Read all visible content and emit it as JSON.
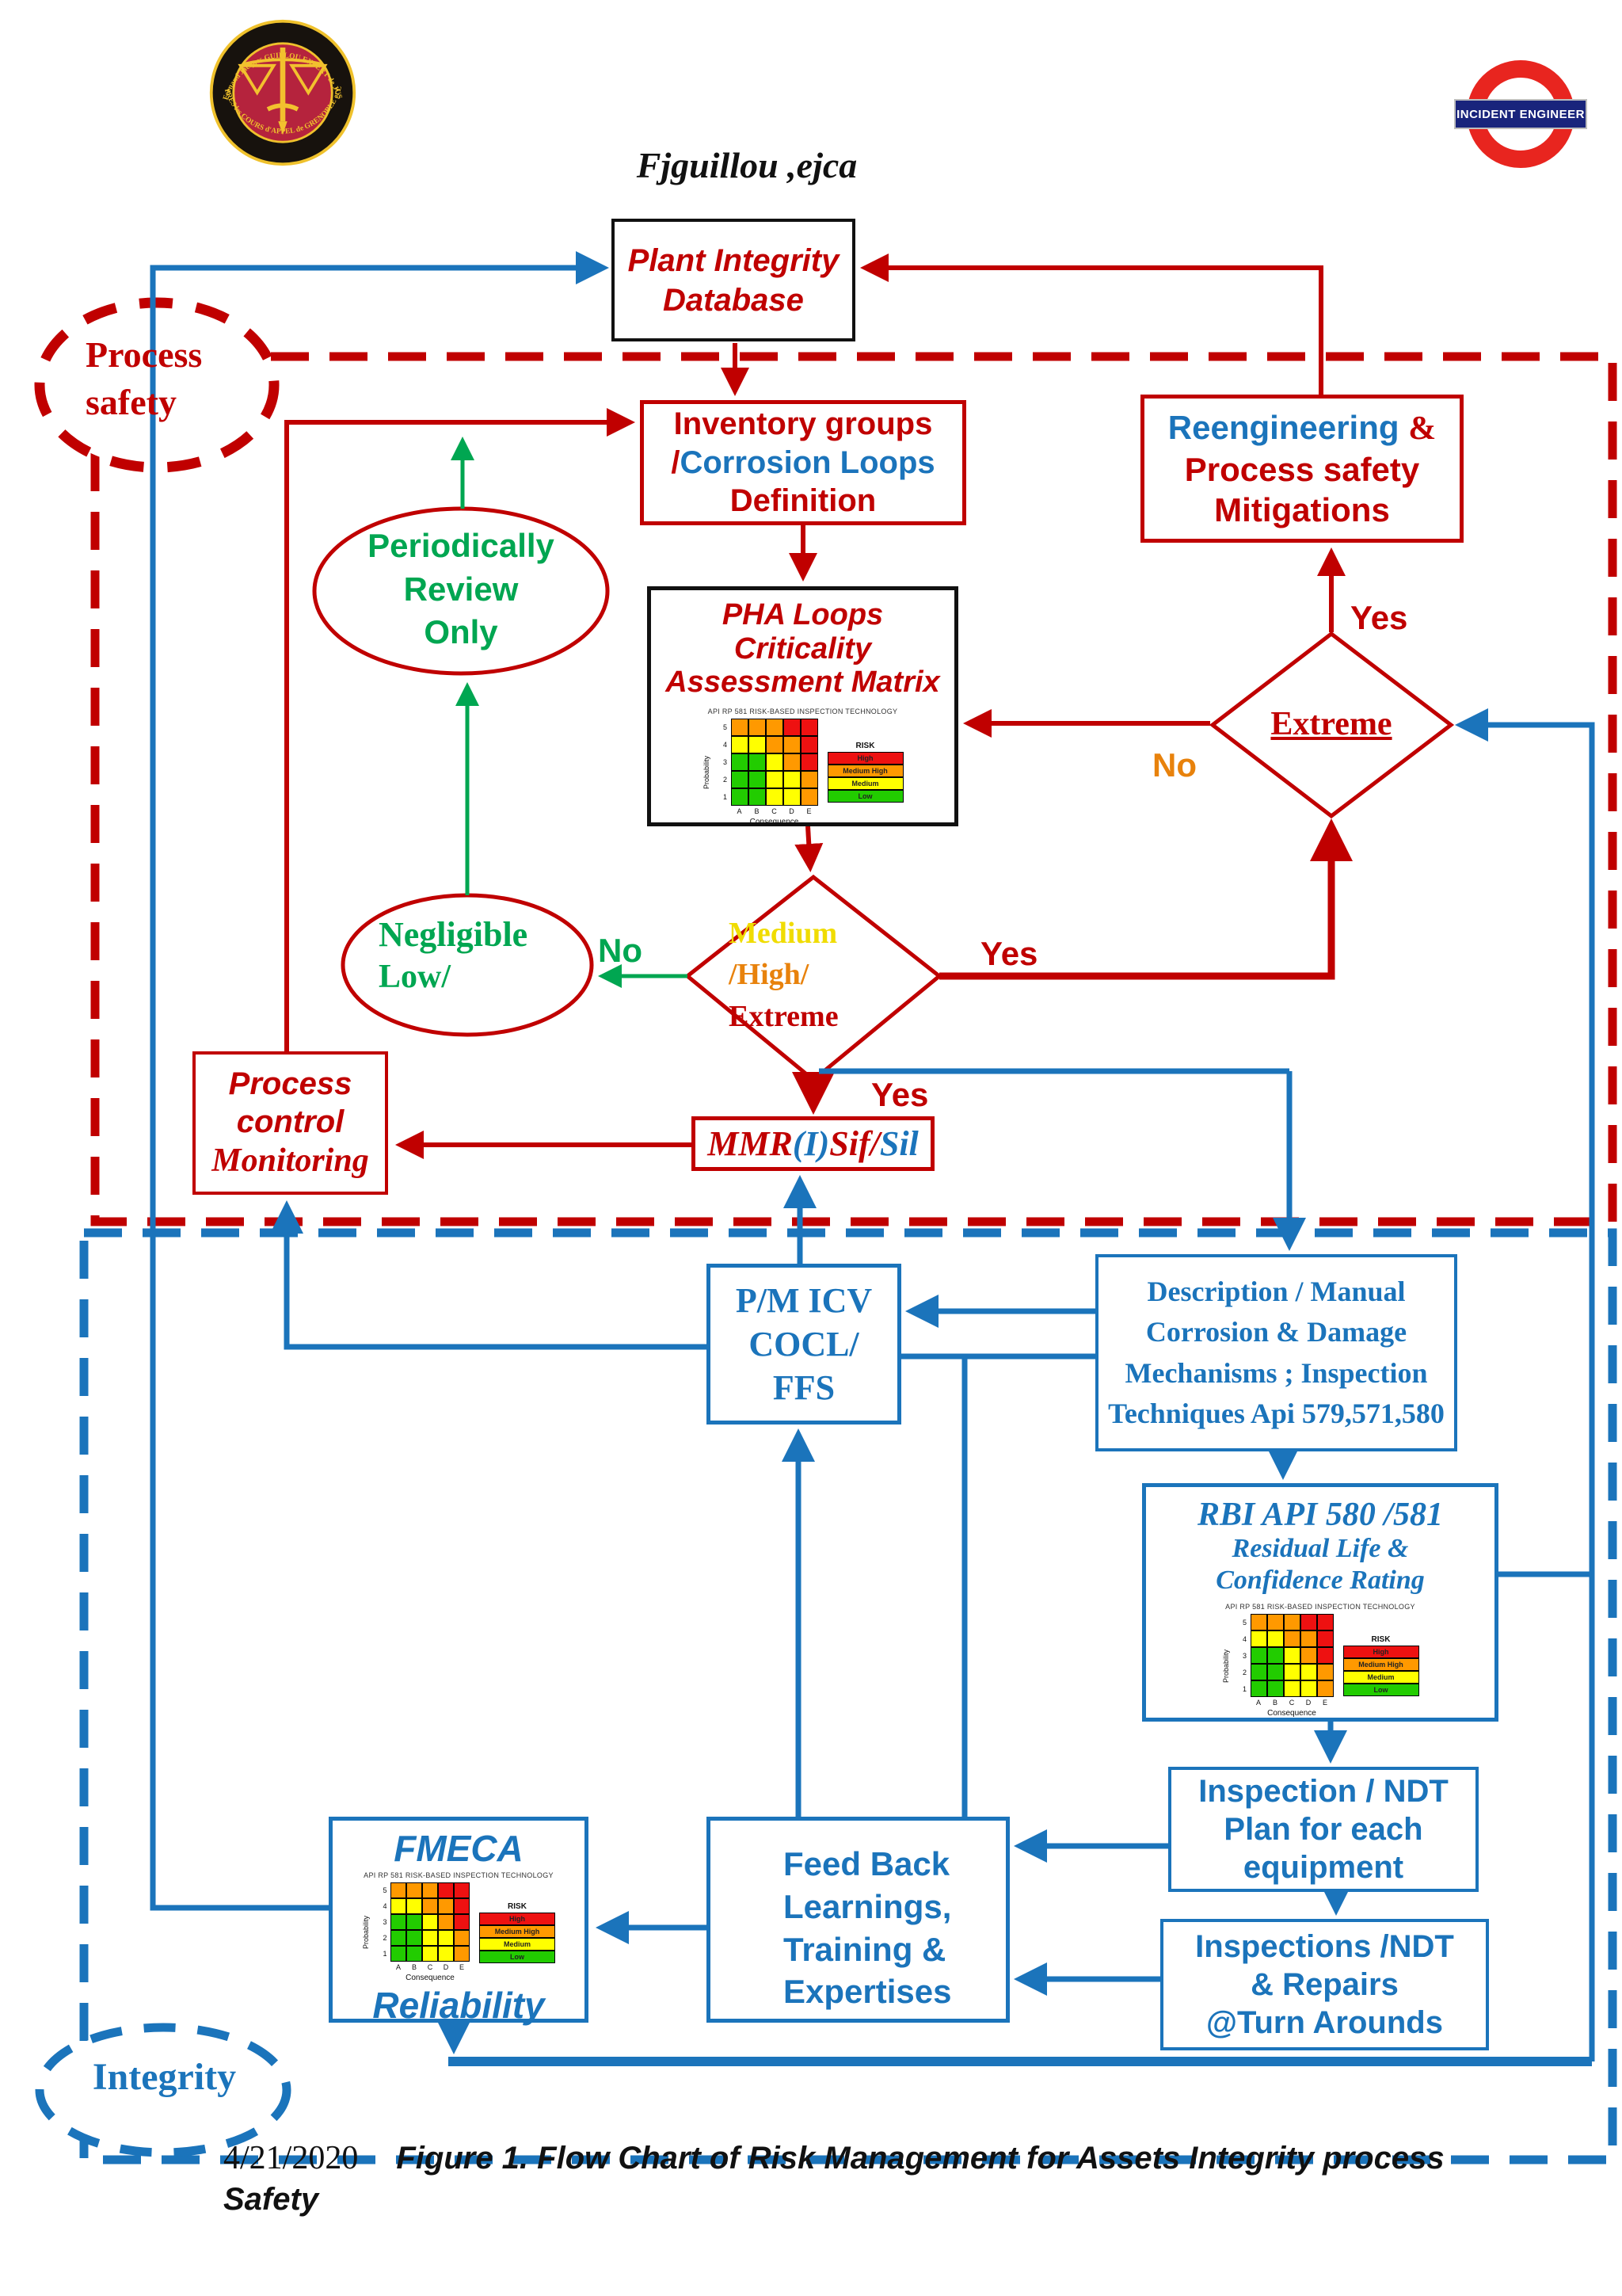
{
  "colors": {
    "red": "#C00000",
    "blue": "#1B74BB",
    "green": "#00A651",
    "orange": "#E8820C",
    "yellow": "#F0DC00",
    "navy": "#19247C",
    "roundel_red": "#E8251F",
    "seal_yellow": "#EFC12C",
    "seal_crimson": "#B5233D"
  },
  "header": {
    "author": "Fjguillou ,ejca",
    "seal": {
      "arc_top": "Fernand Jacques GUILLOU EXPERT de JUSTICE",
      "arc_bottom": "PRES les COURS d'APPEL de GRENOBLE et LYON"
    },
    "roundel_label": "INCIDENT ENGINEER"
  },
  "regions": {
    "process_safety": {
      "l1": "Process",
      "l2": "safety"
    },
    "integrity": {
      "label": "Integrity"
    }
  },
  "nodes": {
    "plant_db": {
      "l1": "Plant Integrity",
      "l2": "Database"
    },
    "inventory": {
      "l1": "Inventory groups",
      "l2_slash": "/",
      "l2": "Corrosion Loops",
      "l3": "Definition"
    },
    "reengineering": {
      "l1": "Reengineering ",
      "amp": "&",
      "l2": "Process safety",
      "l3": "Mitigations"
    },
    "pha": {
      "l1": "PHA Loops",
      "l2": "Criticality",
      "l3": "Assessment Matrix"
    },
    "extreme_diamond": {
      "label": "Extreme"
    },
    "periodic_review": {
      "l1": "Periodically",
      "l2": "Review",
      "l3": "Only"
    },
    "negligible": {
      "l1": "Negligible",
      "l2": "Low/"
    },
    "risk_diamond": {
      "l1": "Medium",
      "l2": "/High/",
      "l3": "Extreme"
    },
    "process_control": {
      "l1": "Process",
      "l2": "control",
      "l3": "Monitoring"
    },
    "mmr": {
      "s1": "MMR",
      "s2": "(I)",
      "s3": "Sif/",
      "s4": "Sil"
    },
    "pm_icv": {
      "l1": "P/M ICV",
      "l2": "COCL/",
      "l3": "FFS"
    },
    "description": {
      "l1": "Description / Manual",
      "l2": "Corrosion & Damage",
      "l3": "Mechanisms ; Inspection",
      "l4": "Techniques Api 579,571,580"
    },
    "rbi": {
      "l1": "RBI API 580 /581",
      "l2": "Residual  Life &",
      "l3": "Confidence Rating"
    },
    "ndt_plan": {
      "l1": "Inspection / NDT",
      "l2": "Plan for each",
      "l3": "equipment"
    },
    "ndt_repairs": {
      "l1": "Inspections /NDT",
      "l2": "& Repairs",
      "l3": "@Turn Arounds"
    },
    "fmeca": {
      "title": "FMECA",
      "subtitle": "Reliability"
    },
    "feedback": {
      "l1": "Feed Back",
      "l2": "Learnings,",
      "l3": "Training &",
      "l4": "Expertises"
    }
  },
  "edge_labels": {
    "extreme_yes": "Yes",
    "extreme_no": "No",
    "risk_no": "No",
    "risk_yes": "Yes",
    "mmr_yes": "Yes"
  },
  "matrix": {
    "caption": "API RP 581 RISK-BASED INSPECTION TECHNOLOGY",
    "ylabel": "Probability",
    "xlabel": "Consequence",
    "row_labels": [
      "5",
      "4",
      "3",
      "2",
      "1"
    ],
    "col_labels": [
      "A",
      "B",
      "C",
      "D",
      "E"
    ],
    "cells": [
      [
        "o",
        "o",
        "o",
        "r",
        "r"
      ],
      [
        "y",
        "y",
        "o",
        "o",
        "r"
      ],
      [
        "g",
        "g",
        "y",
        "o",
        "r"
      ],
      [
        "g",
        "g",
        "y",
        "y",
        "o"
      ],
      [
        "g",
        "g",
        "y",
        "y",
        "o"
      ]
    ],
    "cell_colors": {
      "r": "#EE1111",
      "o": "#FF9900",
      "y": "#FFFF00",
      "g": "#22CC00"
    },
    "legend_title": "RISK",
    "legend": [
      {
        "label": "High",
        "color": "#EE1111"
      },
      {
        "label": "Medium High",
        "color": "#FF9900"
      },
      {
        "label": "Medium",
        "color": "#FFFF00"
      },
      {
        "label": "Low",
        "color": "#22CC00"
      }
    ]
  },
  "footer": {
    "date": "4/21/2020",
    "caption": "Figure 1. Flow Chart of Risk Management for Assets Integrity process",
    "caption2": "Safety"
  }
}
